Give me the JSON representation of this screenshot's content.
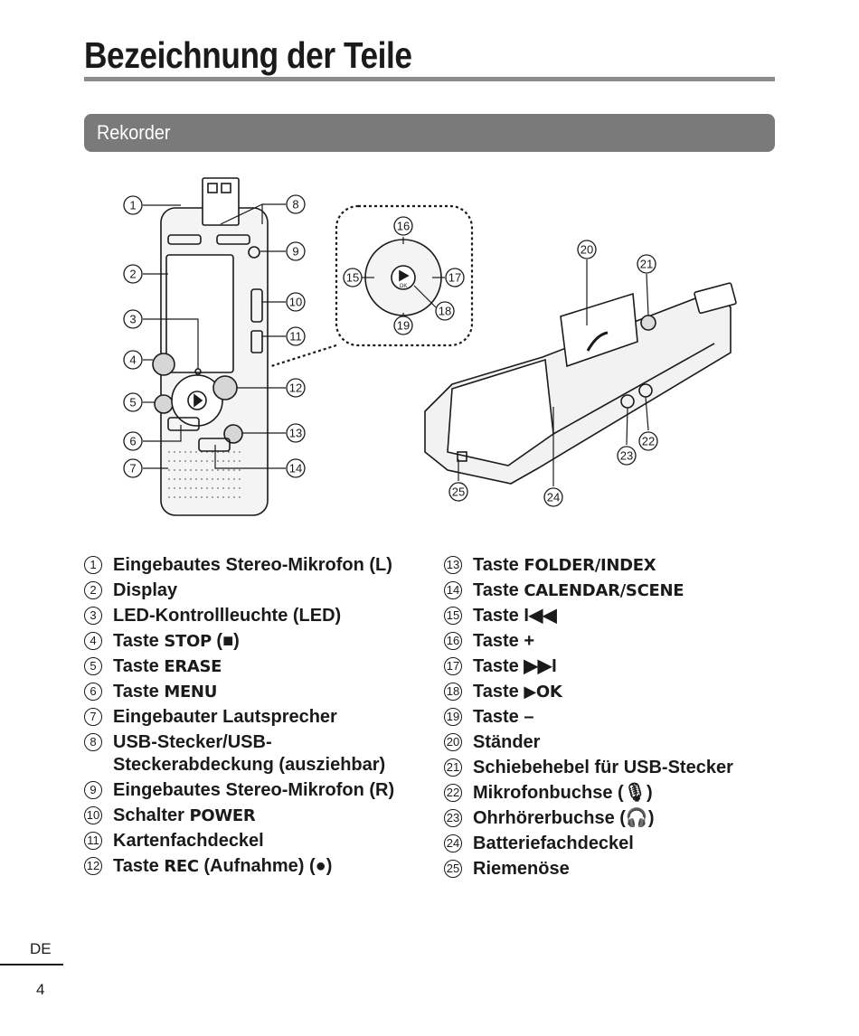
{
  "page": {
    "title": "Bezeichnung der Teile",
    "section": "Rekorder",
    "language": "DE",
    "page_number": "4"
  },
  "callouts": [
    "1",
    "2",
    "3",
    "4",
    "5",
    "6",
    "7",
    "8",
    "9",
    "10",
    "11",
    "12",
    "13",
    "14",
    "15",
    "16",
    "17",
    "18",
    "19",
    "20",
    "21",
    "22",
    "23",
    "24",
    "25"
  ],
  "parts_left": [
    {
      "num": "1",
      "label": "Eingebautes Stereo-Mikrofon (L)"
    },
    {
      "num": "2",
      "label": "Display"
    },
    {
      "num": "3",
      "label": "LED-Kontrollleuchte (LED)"
    },
    {
      "num": "4",
      "prefix": "Taste ",
      "key": "STOP",
      "suffix": " (■)"
    },
    {
      "num": "5",
      "prefix": "Taste ",
      "key": "ERASE",
      "suffix": ""
    },
    {
      "num": "6",
      "prefix": "Taste ",
      "key": "MENU",
      "suffix": ""
    },
    {
      "num": "7",
      "label": "Eingebauter Lautsprecher"
    },
    {
      "num": "8",
      "label": "USB-Stecker/USB-Steckerabdeckung (ausziehbar)"
    },
    {
      "num": "9",
      "label": "Eingebautes Stereo-Mikrofon (R)"
    },
    {
      "num": "10",
      "prefix": "Schalter ",
      "key": "POWER",
      "suffix": ""
    },
    {
      "num": "11",
      "label": "Kartenfachdeckel"
    },
    {
      "num": "12",
      "prefix": "Taste ",
      "key": "REC",
      "suffix": " (Aufnahme) (●)"
    }
  ],
  "parts_right": [
    {
      "num": "13",
      "prefix": "Taste ",
      "key": "FOLDER/INDEX",
      "suffix": ""
    },
    {
      "num": "14",
      "prefix": "Taste ",
      "key": "CALENDAR/SCENE",
      "suffix": ""
    },
    {
      "num": "15",
      "label": "Taste I◀◀"
    },
    {
      "num": "16",
      "label": "Taste +"
    },
    {
      "num": "17",
      "label": "Taste ▶▶I"
    },
    {
      "num": "18",
      "prefix": "Taste ",
      "key": "▶OK",
      "suffix": ""
    },
    {
      "num": "19",
      "label": "Taste –"
    },
    {
      "num": "20",
      "label": "Ständer"
    },
    {
      "num": "21",
      "label": "Schiebehebel für USB-Stecker"
    },
    {
      "num": "22",
      "label": "Mikrofonbuchse (🎙)"
    },
    {
      "num": "23",
      "label": "Ohrhörerbuchse (🎧)"
    },
    {
      "num": "24",
      "label": "Batteriefachdeckel"
    },
    {
      "num": "25",
      "label": "Riemenöse"
    }
  ]
}
